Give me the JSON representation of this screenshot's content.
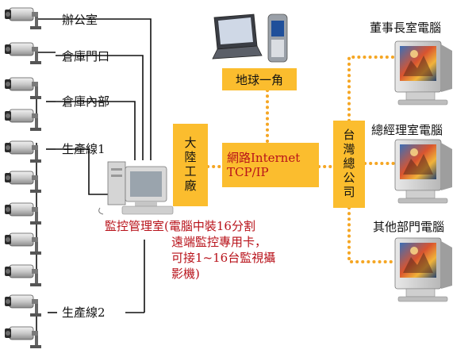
{
  "zones": {
    "office": "辦公室",
    "warehouse_door": "倉庫門口",
    "warehouse_inside": "倉庫內部",
    "line1": "生產線1",
    "line2": "生產線2"
  },
  "monitor_room": {
    "line1": "監控管理室(電腦中裝16分割",
    "line2": "遠端監控專用卡，",
    "line3": "可接1~16台監視攝",
    "line4": "影機)"
  },
  "boxes": {
    "mainland": "大陸工廠",
    "network_line1": "網路Internet",
    "network_line2": "TCP/IP",
    "global": "地球一角",
    "taiwan": "台灣總公司"
  },
  "computers": {
    "chairman": "董事長室電腦",
    "gm": "總經理室電腦",
    "other": "其他部門電腦"
  },
  "colors": {
    "box": "#fbbd2e",
    "dotted_link": "#f5a623",
    "red_text": "#b8121a"
  }
}
